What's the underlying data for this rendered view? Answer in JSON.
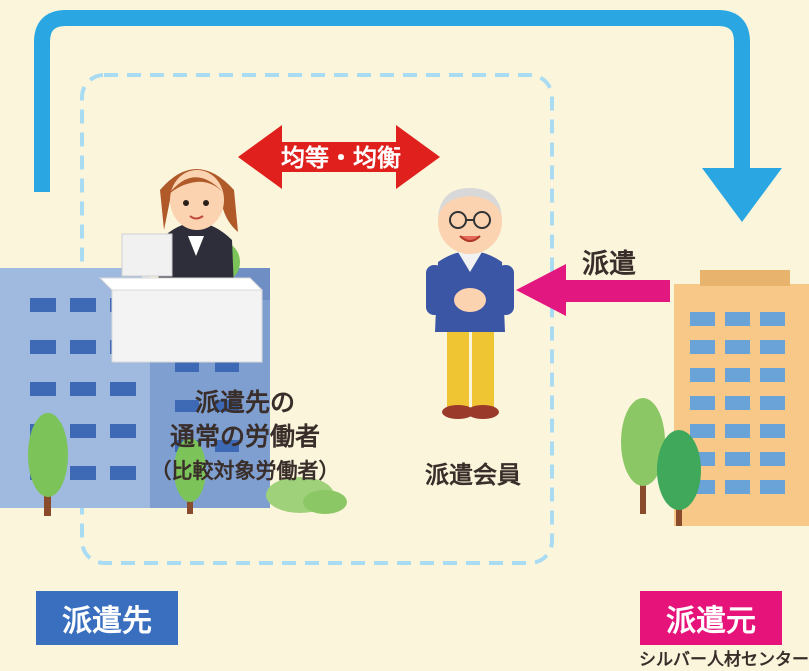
{
  "equality_label": "均等・均衡",
  "dispatch_arrow_label": "派遣",
  "worker_caption": {
    "line1": "派遣先の",
    "line2": "通常の労働者",
    "line3": "（比較対象労働者）"
  },
  "member_caption": "派遣会員",
  "destination_label": "派遣先",
  "source_label": "派遣元",
  "source_subtitle": "シルバー人材センター",
  "colors": {
    "background": "#fbf5dc",
    "cycle_arrow": "#2aa7e2",
    "equality_arrow": "#e0201c",
    "dispatch_arrow": "#e2177f",
    "destination_box": "#3a6fc0",
    "source_box": "#e5137a",
    "dashed_frame": "#a9dcf2"
  }
}
